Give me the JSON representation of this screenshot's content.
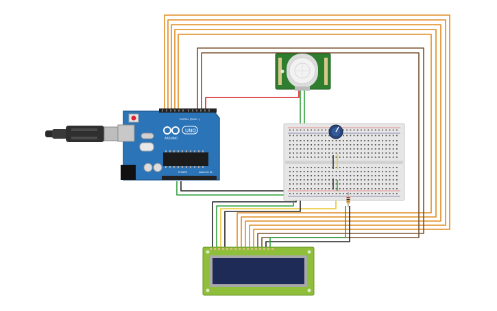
{
  "arduino": {
    "brand_label": "ARDUINO",
    "model_label": "UNO",
    "digital_label": "DIGITAL (PWM ~)",
    "power_label": "POWER",
    "analog_label": "ANALOG IN"
  },
  "colors": {
    "board_blue": "#2b74b8",
    "board_edge": "#1f5b92",
    "wire_orange": "#e08a1e",
    "wire_brown": "#7a5230",
    "wire_red": "#d61f1f",
    "wire_green": "#2e9e3a",
    "wire_black": "#222222",
    "wire_yellow": "#e8c62a",
    "pir_green": "#2f7d2e",
    "lcd_green": "#8fbf3a",
    "lcd_screen": "#1e2b57",
    "breadboard": "#e6e6e6",
    "pot_knob": "#27457a"
  },
  "icons": {
    "usb_cable": "usb-cable-icon",
    "pir_lens": "fresnel-lens-icon",
    "potentiometer": "potentiometer-icon",
    "resistor": "resistor-icon"
  }
}
